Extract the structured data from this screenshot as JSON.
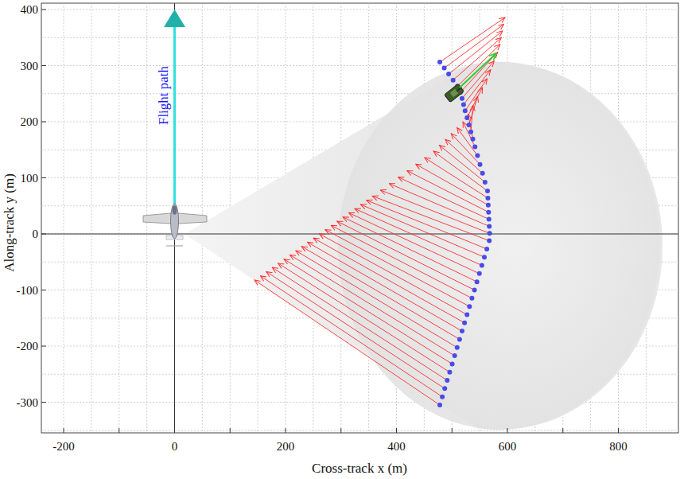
{
  "diagram": {
    "labels": [
      "Flight path",
      "400",
      "300",
      "200",
      "100",
      "0",
      "-100",
      "-200",
      "-300",
      "-200",
      "0",
      "200",
      "400",
      "600",
      "800",
      "Along-track y (m)",
      "Cross-track x (m)"
    ]
  }
}
